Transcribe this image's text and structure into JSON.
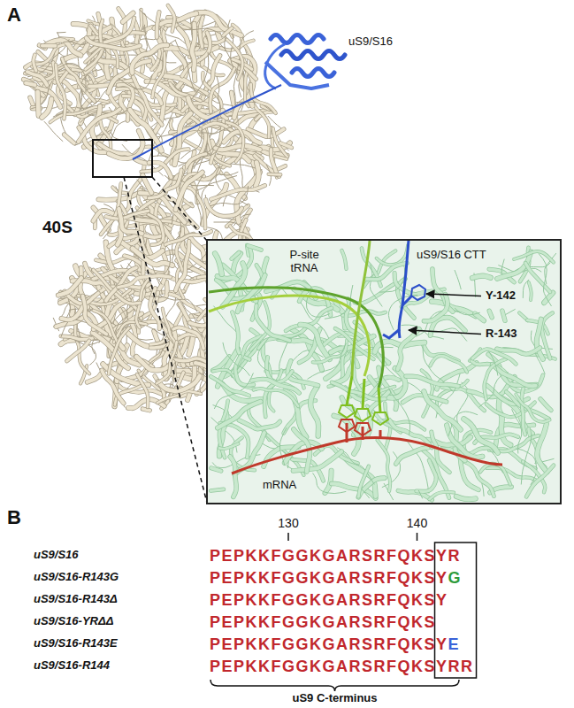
{
  "diagram": {
    "labels": [
      "A",
      "uS9/S16",
      "40S",
      "P-site tRNA",
      "uS9/S16 CTT",
      "Y-142",
      "R-143",
      "mRNA",
      "B",
      "130",
      "140",
      "uS9/S16",
      "PEPKKFGGKGARSRFQKSYR",
      "uS9/S16-R143G",
      "PEPKKFGGKGARSRFQKSY",
      "G",
      "uS9/S16-R143Δ",
      "PEPKKFGGKGARSRFQKSY",
      "uS9/S16-YRΔΔ",
      "PEPKKFGGKGARSRFQKS",
      "uS9/S16-R143E",
      "PEPKKFGGKGARSRFQKSY",
      "E",
      "uS9/S16-R144",
      "PEPKKFGGKGARSRFQKSYRR",
      "uS9 C-terminus"
    ]
  }
}
